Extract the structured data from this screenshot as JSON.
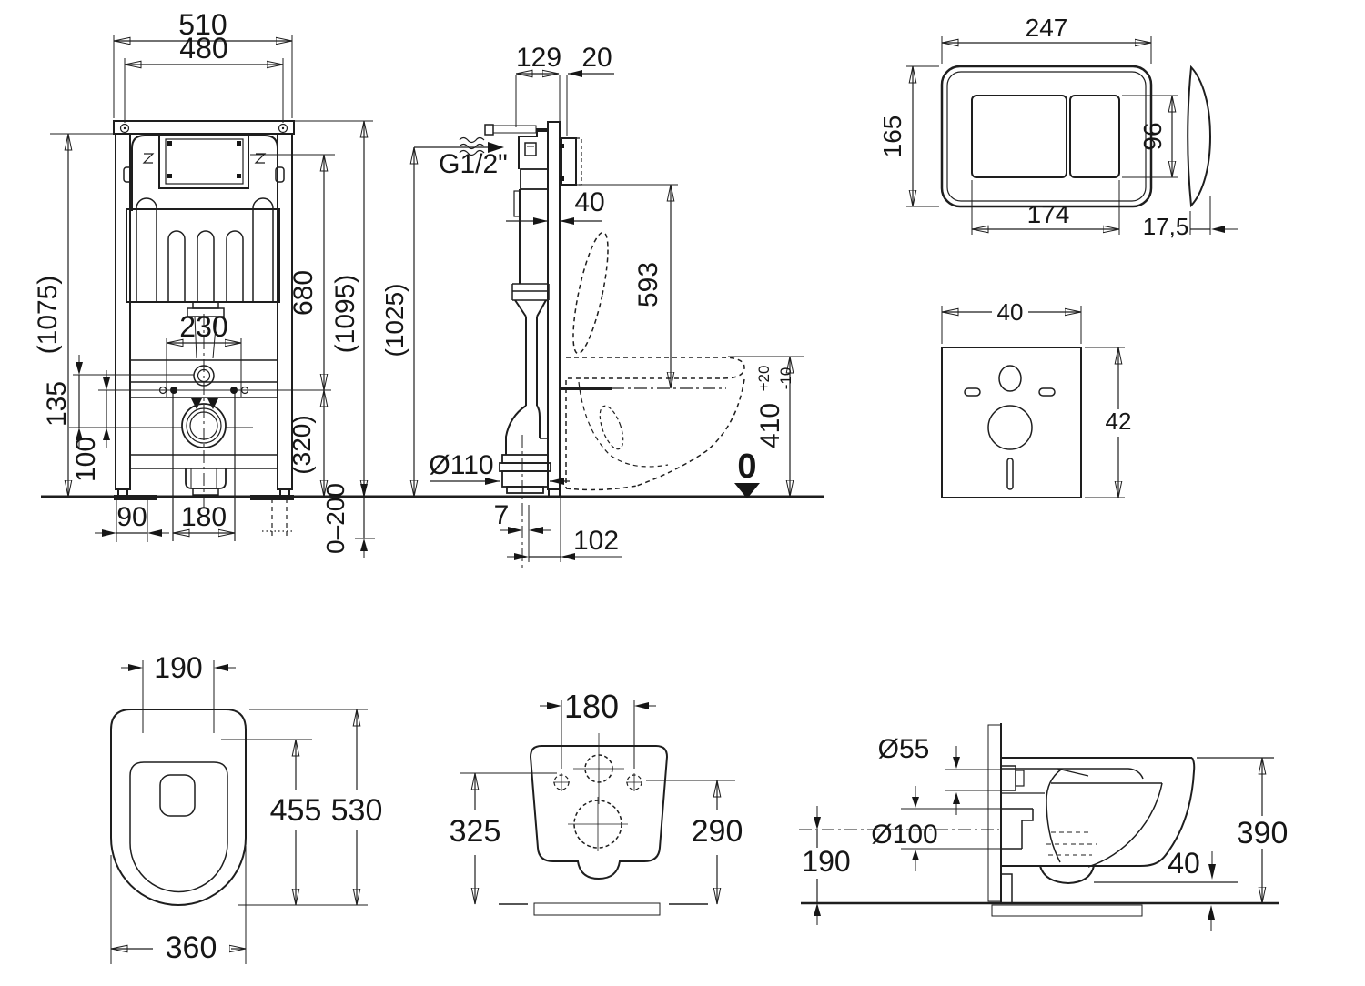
{
  "views": {
    "frame_front": {
      "dims": {
        "width": "510",
        "anchor_spacing": "480",
        "frame_height": "(1075)",
        "cistern_height": "680",
        "total_height": "(1095)",
        "pipe_spacing": "230",
        "inlet_offset": "135",
        "drain_offset": "100",
        "bracket_height": "(320)",
        "side_offset": "90",
        "bolt_spacing": "180",
        "adjust_range": "0–200"
      }
    },
    "frame_side": {
      "dims": {
        "depth": "129",
        "wall_gap": "20",
        "water_conn": "G1/2\"",
        "profile_depth": "40",
        "height": "(1025)",
        "flush_pipe_height": "593",
        "drain_dia": "Ø110",
        "bowl_height": "410",
        "tol_plus": "+20",
        "tol_minus": "-10",
        "floor_level": "0",
        "drain_offset": "7",
        "drain_depth": "102"
      }
    },
    "flush_plate": {
      "dims": {
        "width": "247",
        "height": "165",
        "buttons_width": "174",
        "button_height": "96",
        "thickness": "17,5"
      }
    },
    "sound_pad": {
      "dims": {
        "width": "40",
        "height": "42"
      }
    },
    "bowl_top": {
      "dims": {
        "hole_spacing": "190",
        "seat_length": "455",
        "length": "530",
        "width": "360"
      }
    },
    "bowl_rear": {
      "dims": {
        "hole_spacing": "180",
        "left_height": "325",
        "right_height": "290"
      }
    },
    "bowl_side": {
      "dims": {
        "inlet_dia": "Ø55",
        "outlet_dia": "Ø100",
        "outlet_height": "190",
        "trap_drop": "40",
        "height": "390"
      }
    }
  }
}
